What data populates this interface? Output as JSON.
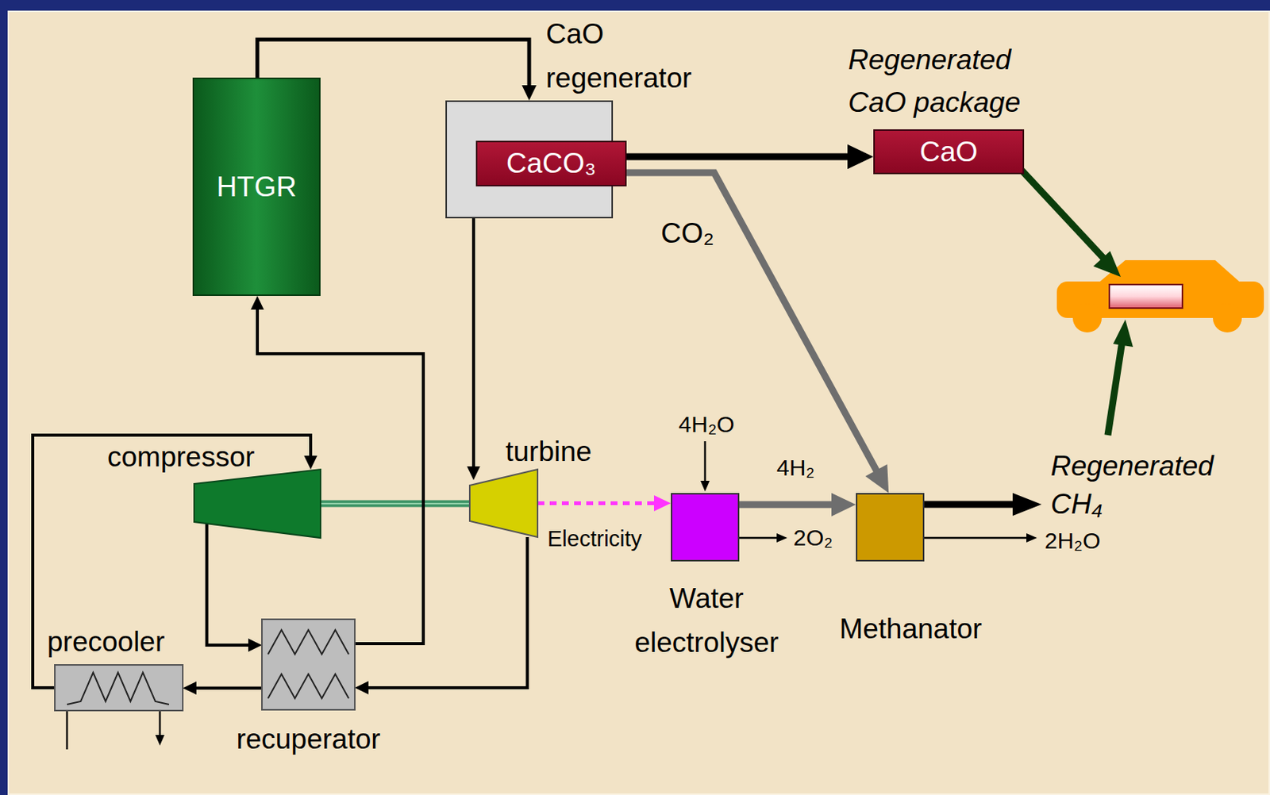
{
  "diagram": {
    "nodes": [
      {
        "text": [
          "HTGR"
        ]
      },
      {
        "text": [
          "CaO regenerator"
        ]
      },
      {
        "text": [
          "CaCO₃"
        ],
        "in": 1
      },
      {
        "text": [
          "Regenerated CaO package",
          "CaO"
        ]
      },
      {
        "text": [
          "compressor"
        ]
      },
      {
        "text": [
          "turbine"
        ]
      },
      {
        "text": [
          "recuperator"
        ]
      },
      {
        "text": [
          "precooler"
        ]
      },
      {
        "text": [
          "Water electrolyser"
        ]
      },
      {
        "text": [
          "Methanator"
        ]
      }
    ],
    "edges": [
      {
        "from": 0,
        "to": 1,
        "arrow": "to"
      },
      {
        "from": 1,
        "to": 5,
        "arrow": "to"
      },
      {
        "from": 2,
        "to": 3,
        "arrow": "to"
      },
      {
        "from": 2,
        "to": 9,
        "label": "CO₂",
        "arrow": "to"
      },
      {
        "from": 5,
        "to": 8,
        "label": "Electricity",
        "arrow": "to"
      },
      {
        "from": 8,
        "to": 9,
        "label": "4H₂",
        "arrow": "to"
      },
      {
        "from": 4,
        "to": 5,
        "arrow": "none"
      },
      {
        "from": 4,
        "to": 6,
        "arrow": "to"
      },
      {
        "from": 6,
        "to": 0,
        "arrow": "to"
      },
      {
        "from": 5,
        "to": 6,
        "arrow": "to"
      },
      {
        "from": 6,
        "to": 7,
        "arrow": "to"
      },
      {
        "from": 7,
        "to": 4,
        "arrow": "to"
      }
    ],
    "labels": [
      "4H₂O",
      "2O₂",
      "Regenerated CH₄",
      "2H₂O"
    ]
  }
}
